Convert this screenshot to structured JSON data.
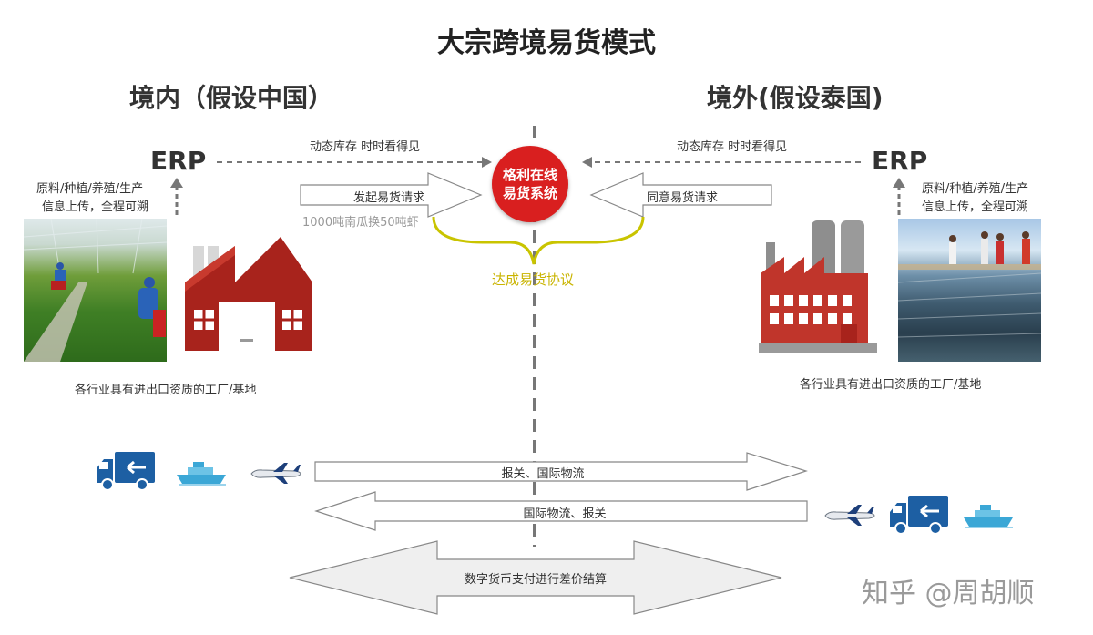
{
  "title": "大宗跨境易货模式",
  "left_region": "境内（假设中国）",
  "right_region": "境外(假设泰国)",
  "left_erp": "ERP",
  "right_erp": "ERP",
  "left_visibility": "动态库存 时时看得见",
  "right_visibility": "动态库存 时时看得见",
  "left_upload": [
    "原料/种植/养殖/生产",
    "信息上传，全程可溯"
  ],
  "right_upload": [
    "原料/种植/养殖/生产",
    "信息上传，全程可溯"
  ],
  "center_system": [
    "格利在线",
    "易货系统"
  ],
  "left_request": "发起易货请求",
  "left_request_detail": "1000吨南瓜换50吨虾",
  "right_request": "同意易货请求",
  "agreement": "达成易货协议",
  "left_caption": "各行业具有进出口资质的工厂/基地",
  "right_caption": "各行业具有进出口资质的工厂/基地",
  "flow_out": "报关、国际物流",
  "flow_in": "国际物流、报关",
  "settlement": "数字货币支付进行差价结算",
  "watermark": "知乎 @周胡顺",
  "colors": {
    "accent_red": "#d91f1f",
    "factory_red": "#a8231c",
    "agreement_yellow": "#c9b400",
    "logistics_blue": "#1d5fa3",
    "divider": "#777777"
  },
  "icons": [
    "truck-icon",
    "ship-icon",
    "airplane-icon",
    "factory-icon"
  ]
}
